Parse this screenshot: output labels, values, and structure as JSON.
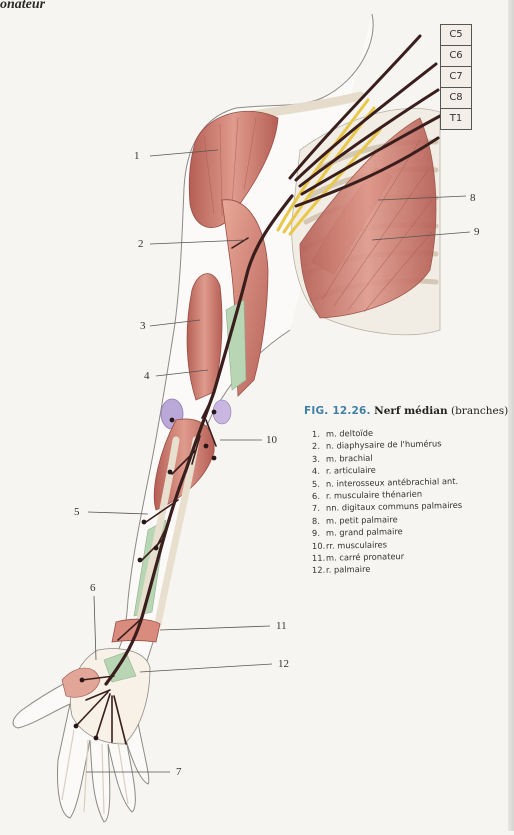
{
  "header": {
    "corner_title": "onateur"
  },
  "roots": [
    "C5",
    "C6",
    "C7",
    "C8",
    "T1"
  ],
  "callouts": [
    "1",
    "2",
    "3",
    "4",
    "5",
    "6",
    "7",
    "8",
    "9",
    "10",
    "11",
    "12"
  ],
  "caption": {
    "fig": "FIG. 12.26.",
    "title": "Nerf médian",
    "subtitle": "(branches)"
  },
  "legend": [
    {
      "num": "1.",
      "text": "m. deltoïde"
    },
    {
      "num": "2.",
      "text": "n. diaphysaire de l'humérus"
    },
    {
      "num": "3.",
      "text": "m. brachial"
    },
    {
      "num": "4.",
      "text": "r. articulaire"
    },
    {
      "num": "5.",
      "text": "n. interosseux antébrachial ant."
    },
    {
      "num": "6.",
      "text": "r. musculaire thénarien"
    },
    {
      "num": "7.",
      "text": "nn. digitaux communs palmaires"
    },
    {
      "num": "8.",
      "text": "m. petit palmaire"
    },
    {
      "num": "9.",
      "text": "m. grand palmaire"
    },
    {
      "num": "10.",
      "text": "rr. musculaires"
    },
    {
      "num": "11.",
      "text": "m. carré pronateur"
    },
    {
      "num": "12.",
      "text": "r. palmaire"
    }
  ],
  "colors": {
    "muscle": "#c8766a",
    "muscle_light": "#e2a699",
    "bone": "#efe6d6",
    "nerve": "#3a1e1e",
    "plexus": "#e8c84a",
    "tendon": "#a9c9a4",
    "caption_accent": "#3f7fa8"
  }
}
